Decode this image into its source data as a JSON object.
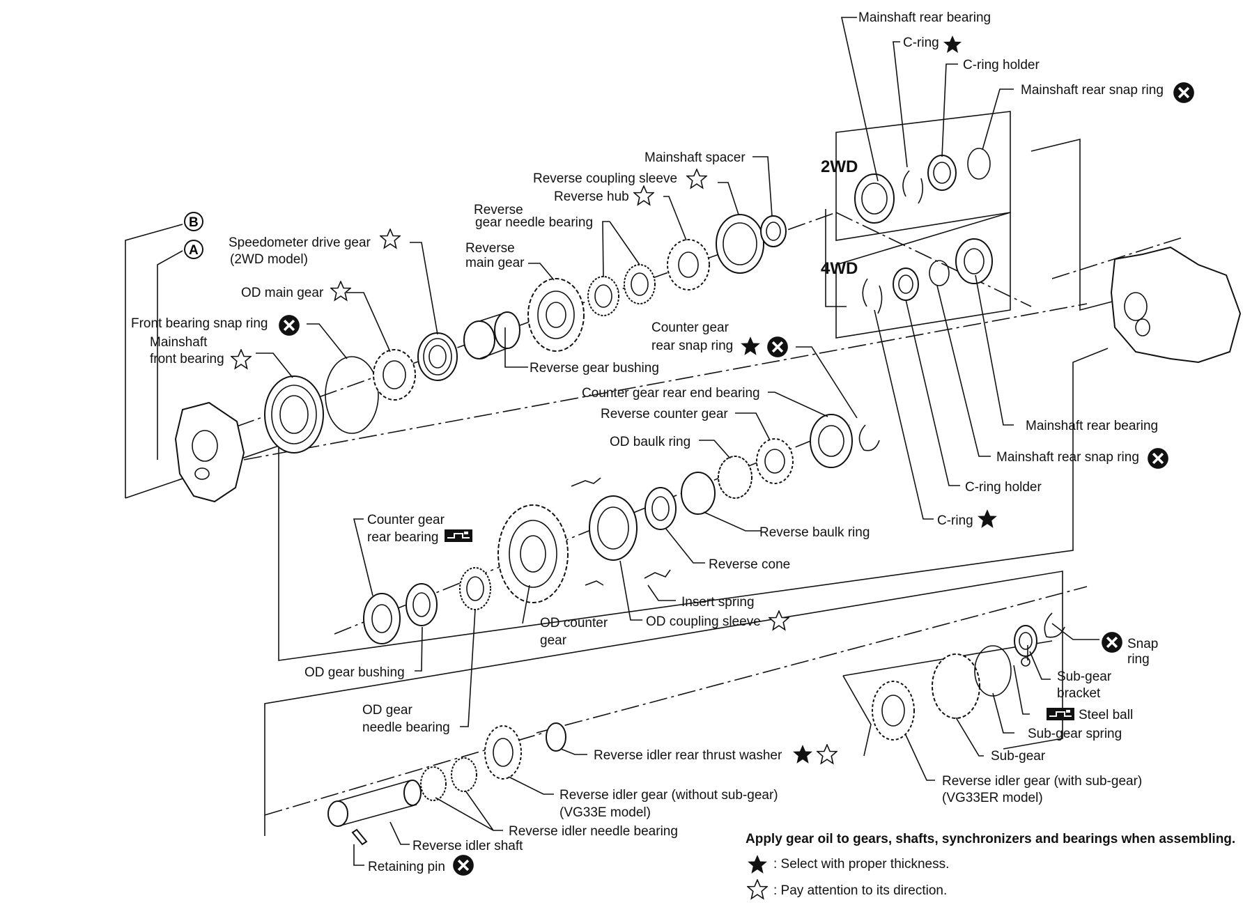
{
  "labels": {
    "mainshaft_rear_bearing_top": "Mainshaft rear bearing",
    "c_ring_top": "C-ring",
    "c_ring_holder_top": "C-ring holder",
    "mainshaft_rear_snap_ring_top": "Mainshaft rear snap ring",
    "mainshaft_spacer": "Mainshaft spacer",
    "reverse_coupling_sleeve": "Reverse coupling sleeve",
    "reverse_hub": "Reverse hub",
    "reverse_gear_needle_bearing_1": "Reverse",
    "reverse_gear_needle_bearing_2": "gear needle bearing",
    "reverse_main_gear_1": "Reverse",
    "reverse_main_gear_2": "main gear",
    "speedometer_drive_gear": "Speedometer drive gear",
    "two_wd_model": "(2WD model)",
    "od_main_gear": "OD main gear",
    "front_bearing_snap_ring": "Front bearing snap ring",
    "mainshaft_front_bearing_1": "Mainshaft",
    "mainshaft_front_bearing_2": "front bearing",
    "reverse_gear_bushing": "Reverse gear bushing",
    "counter_gear_rear_snap_ring_1": "Counter gear",
    "counter_gear_rear_snap_ring_2": "rear snap ring",
    "counter_gear_rear_end_bearing": "Counter gear rear end bearing",
    "reverse_counter_gear": "Reverse counter gear",
    "od_baulk_ring": "OD baulk ring",
    "mainshaft_rear_bearing_right": "Mainshaft rear bearing",
    "mainshaft_rear_snap_ring_right": "Mainshaft rear snap ring",
    "c_ring_holder_right": "C-ring holder",
    "c_ring_right": "C-ring",
    "reverse_baulk_ring": "Reverse baulk ring",
    "reverse_cone": "Reverse cone",
    "insert_spring": "Insert spring",
    "od_coupling_sleeve": "OD coupling sleeve",
    "counter_gear_rear_bearing_1": "Counter gear",
    "counter_gear_rear_bearing_2": "rear bearing",
    "od_counter_gear_1": "OD counter",
    "od_counter_gear_2": "gear",
    "od_gear_bushing": "OD gear bushing",
    "od_gear_needle_bearing_1": "OD gear",
    "od_gear_needle_bearing_2": "needle bearing",
    "snap_ring_1": "Snap",
    "snap_ring_2": "ring",
    "sub_gear_bracket_1": "Sub-gear",
    "sub_gear_bracket_2": "bracket",
    "steel_ball": "Steel ball",
    "sub_gear_spring": "Sub-gear spring",
    "sub_gear": "Sub-gear",
    "reverse_idler_rear_thrust_washer": "Reverse idler rear thrust washer",
    "reverse_idler_gear_with_1": "Reverse idler gear (with sub-gear)",
    "reverse_idler_gear_with_2": "(VG33ER model)",
    "reverse_idler_gear_without_1": "Reverse idler gear (without  sub-gear)",
    "reverse_idler_gear_without_2": "(VG33E model)",
    "reverse_idler_needle_bearing": "Reverse idler needle bearing",
    "reverse_idler_shaft": "Reverse idler shaft",
    "retaining_pin": "Retaining pin",
    "two_wd": "2WD",
    "four_wd": "4WD",
    "ref_b": "B",
    "ref_a": "A"
  },
  "notes": {
    "apply": "Apply gear oil to gears, shafts, synchronizers and bearings when assembling.",
    "select": ": Select with proper thickness.",
    "attention": ": Pay attention to its direction."
  },
  "icons": {
    "filled_star": "filled-star-icon",
    "outline_star": "outline-star-icon",
    "do_not_reuse": "x-circle-icon",
    "special_tool": "special-tool-icon"
  }
}
